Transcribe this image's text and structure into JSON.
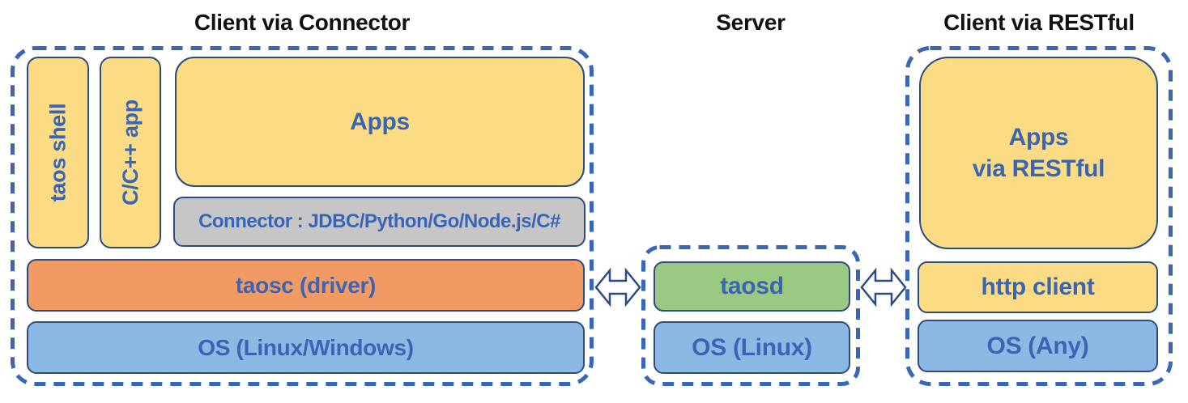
{
  "colors": {
    "box_fill_yellow": "#FBDC84",
    "box_fill_gray": "#C6C6C6",
    "box_fill_orange": "#F19A63",
    "box_fill_blue": "#8CB9E3",
    "box_fill_green": "#9CC981",
    "box_border": "#2B4C80",
    "label_text": "#3A65B5",
    "dashed_border": "#3967B8",
    "title_text": "#111111"
  },
  "diagram": {
    "client_connector": {
      "title": "Client via Connector",
      "taos_shell": "taos shell",
      "cpp_app": "C/C++ app",
      "apps": "Apps",
      "connector": "Connector : JDBC/Python/Go/Node.js/C#",
      "taosc": "taosc (driver)",
      "os": "OS (Linux/Windows)"
    },
    "server": {
      "title": "Server",
      "taosd": "taosd",
      "os": "OS (Linux)"
    },
    "client_restful": {
      "title": "Client via RESTful",
      "apps": "Apps\nvia RESTful",
      "http_client": "http client",
      "os": "OS (Any)"
    }
  }
}
